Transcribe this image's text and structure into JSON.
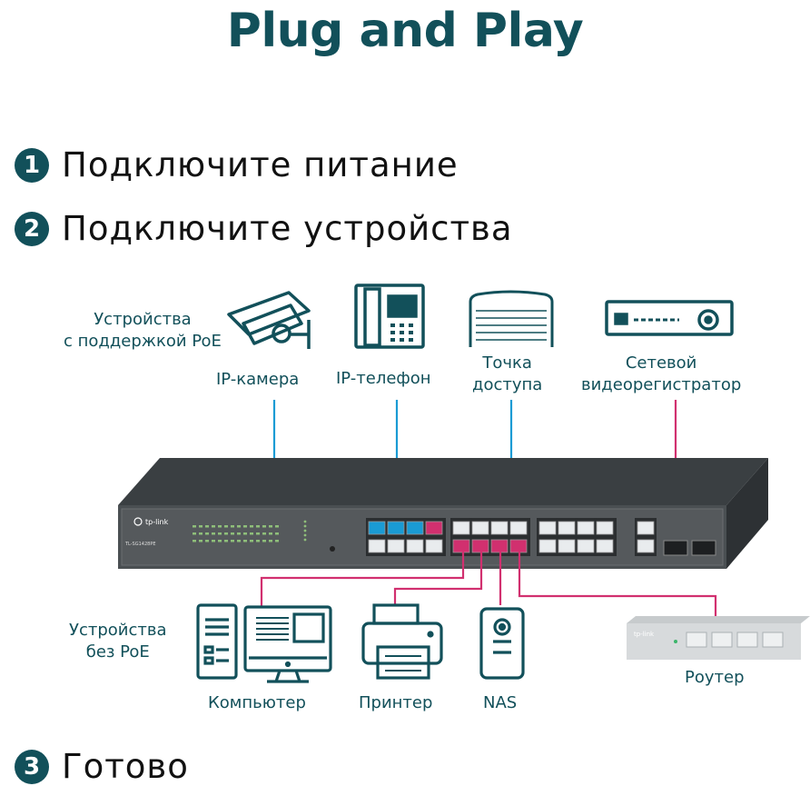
{
  "title": "Plug and Play",
  "steps": [
    {
      "num": "1",
      "text": "Подключите питание"
    },
    {
      "num": "2",
      "text": "Подключите устройства"
    },
    {
      "num": "3",
      "text": "Готово"
    }
  ],
  "poe_group_label": [
    "Устройства",
    "с поддержкой PoE"
  ],
  "nonpoe_group_label": [
    "Устройства",
    "без PoE"
  ],
  "devices_top": [
    {
      "label": "IP-камера"
    },
    {
      "label": "IP-телефон"
    },
    {
      "label": [
        "Точка",
        "доступа"
      ]
    },
    {
      "label": [
        "Сетевой",
        "видеорегистратор"
      ]
    }
  ],
  "devices_bottom": [
    {
      "label": "Компьютер"
    },
    {
      "label": "Принтер"
    },
    {
      "label": "NAS"
    },
    {
      "label": "Роутер"
    }
  ],
  "switch": {
    "brand": "tp-link",
    "model": "TL-SG1428PE"
  },
  "router_brand": "tp-link",
  "colors": {
    "teal": "#12505a",
    "poe": "#1a9bd4",
    "nonpoe": "#d1306f"
  }
}
